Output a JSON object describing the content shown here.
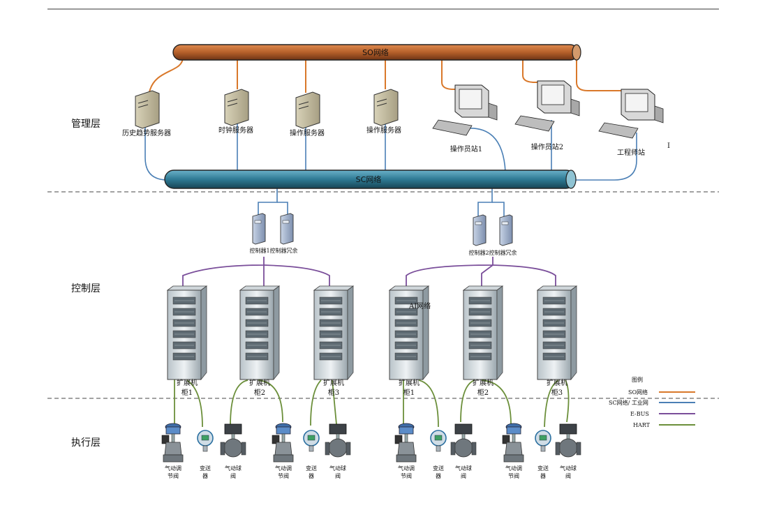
{
  "buses": {
    "so_label": "SO网络",
    "sc_label": "SC网络"
  },
  "layers": {
    "management": "管理层",
    "control": "控制层",
    "execution": "执行层"
  },
  "management": {
    "servers": [
      {
        "label": "历史趋势服务器"
      },
      {
        "label": "时钟服务器"
      },
      {
        "label": "操作服务器"
      },
      {
        "label": "操作服务器"
      }
    ],
    "workstations": [
      {
        "label": "操作员站1"
      },
      {
        "label": "操作员站2"
      },
      {
        "label": "工程师站"
      }
    ],
    "stray_mark": "I"
  },
  "control": {
    "controller_pairs": [
      {
        "label": "控制器1控制器冗余"
      },
      {
        "label": "控制器2控制器冗余"
      }
    ],
    "ai_label": "AI网络",
    "cabinets": [
      {
        "label_line1": "扩展机",
        "label_line2": "柜1"
      },
      {
        "label_line1": "扩展机",
        "label_line2": "柜2"
      },
      {
        "label_line1": "扩展机",
        "label_line2": "柜3"
      },
      {
        "label_line1": "扩展机",
        "label_line2": "柜1"
      },
      {
        "label_line1": "扩展机",
        "label_line2": "柜2"
      },
      {
        "label_line1": "扩展机",
        "label_line2": "柜3"
      }
    ]
  },
  "field_devices": [
    {
      "type": "valve",
      "line1": "气动调",
      "line2": "节阀"
    },
    {
      "type": "transmitter",
      "line1": "变送",
      "line2": "器"
    },
    {
      "type": "ball",
      "line1": "气动球",
      "line2": "阀"
    },
    {
      "type": "valve",
      "line1": "气动调",
      "line2": "节阀"
    },
    {
      "type": "transmitter",
      "line1": "变送",
      "line2": "器"
    },
    {
      "type": "ball",
      "line1": "气动球",
      "line2": "阀"
    },
    {
      "type": "valve",
      "line1": "气动调",
      "line2": "节阀"
    },
    {
      "type": "transmitter",
      "line1": "变送",
      "line2": "器"
    },
    {
      "type": "ball",
      "line1": "气动球",
      "line2": "阀"
    },
    {
      "type": "valve",
      "line1": "气动调",
      "line2": "节阀"
    },
    {
      "type": "transmitter",
      "line1": "变送",
      "line2": "器"
    },
    {
      "type": "ball",
      "line1": "气动球",
      "line2": "阀"
    }
  ],
  "legend": {
    "title": "图例",
    "items": [
      {
        "label": "SO网络",
        "color": "#d9782a"
      },
      {
        "label": "SC网络/ 工业网",
        "color": "#4a7fb5"
      },
      {
        "label": "E-BUS",
        "color": "#7a4e9a"
      },
      {
        "label": "HART",
        "color": "#6b8f3a"
      }
    ]
  },
  "colors": {
    "so_bus_body": "#b5602a",
    "sc_bus_body": "#2f7a94",
    "so_line": "#d9782a",
    "sc_line": "#4a7fb5",
    "ebus_line": "#7a4e9a",
    "hart_line": "#6b8f3a"
  }
}
